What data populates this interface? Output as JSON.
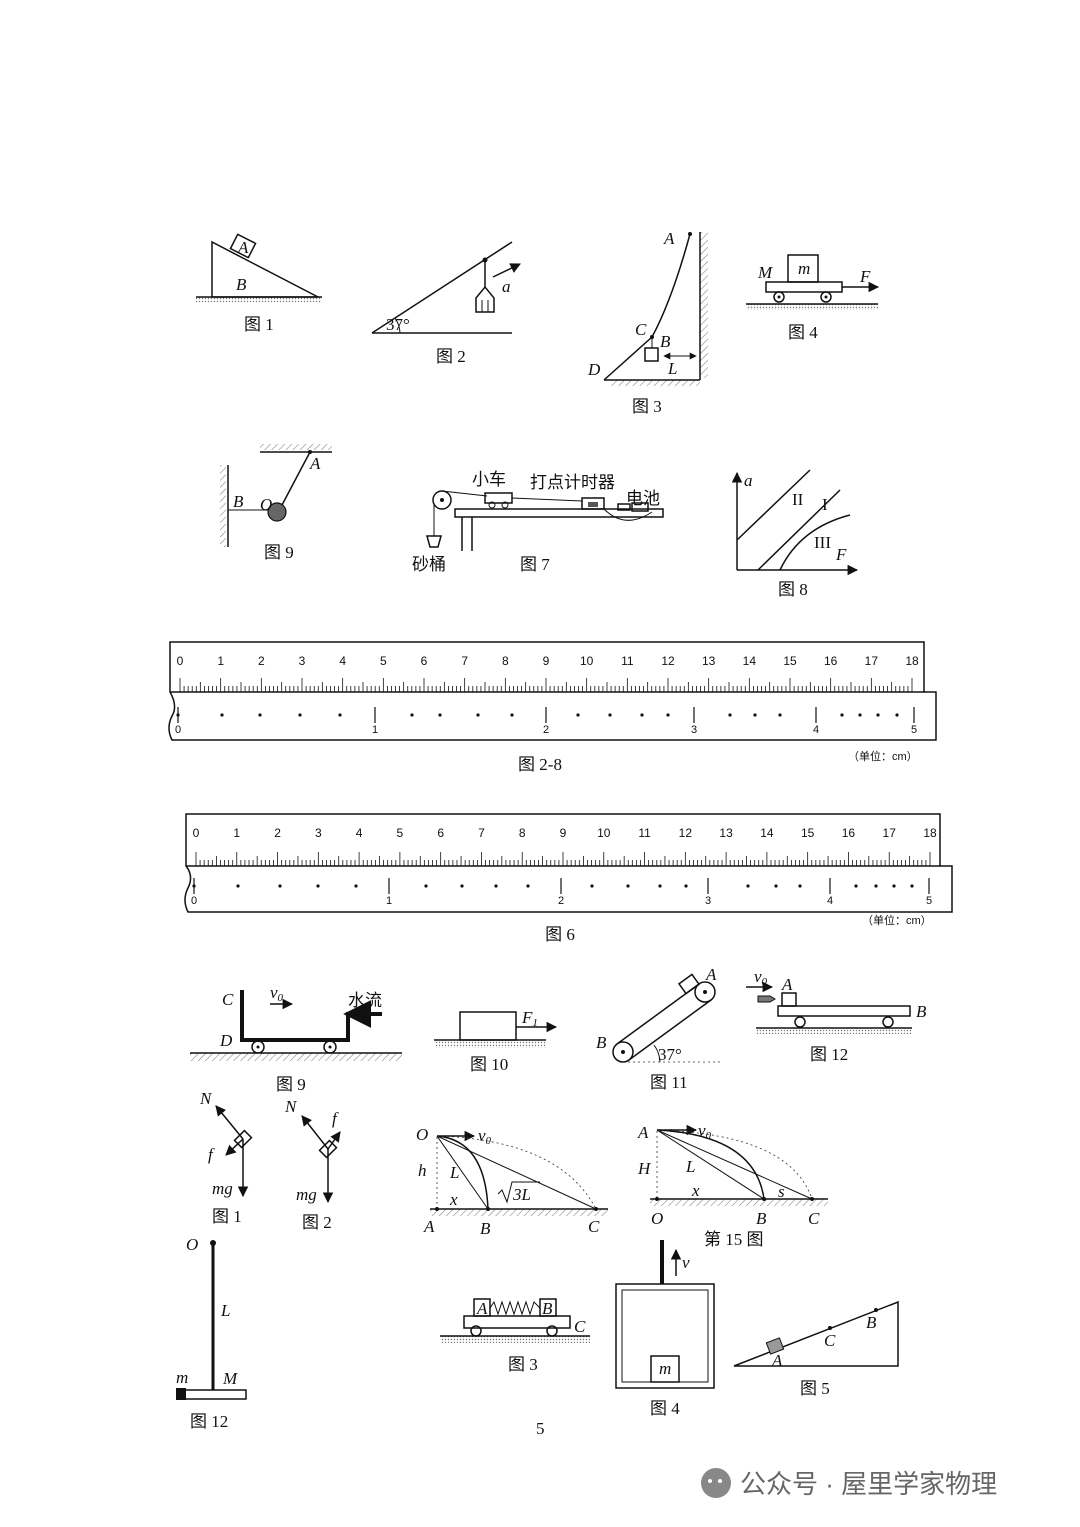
{
  "page_number": "5",
  "watermark": "公众号 · 屋里学家物理",
  "fig_a1": {
    "caption": "图 1",
    "label_A": "A",
    "label_B": "B"
  },
  "fig_a2": {
    "caption": "图 2",
    "angle": "37°",
    "label_a": "a"
  },
  "fig_a3": {
    "caption": "图 3",
    "label_A": "A",
    "label_B": "B",
    "label_C": "C",
    "label_D": "D",
    "label_L": "L"
  },
  "fig_a4": {
    "caption": "图 4",
    "label_M": "M",
    "label_m": "m",
    "label_F": "F"
  },
  "fig_a9": {
    "caption": "图 9",
    "label_A": "A",
    "label_B": "B",
    "label_O": "O"
  },
  "fig_a7": {
    "caption": "图 7",
    "cart": "小车",
    "timer": "打点计时器",
    "battery": "电池",
    "bucket": "砂桶"
  },
  "fig_a8": {
    "caption": "图 8",
    "axis_y": "a",
    "axis_x": "F",
    "curve_1": "I",
    "curve_2": "II",
    "curve_3": "III"
  },
  "ruler_1": {
    "caption": "图 2-8",
    "unit": "（单位：cm）",
    "scale_numbers": [
      "0",
      "1",
      "2",
      "3",
      "4",
      "5",
      "6",
      "7",
      "8",
      "9",
      "10",
      "11",
      "12",
      "13",
      "14",
      "15",
      "16",
      "17",
      "18"
    ],
    "point_labels": [
      "0",
      "1",
      "2",
      "3",
      "4",
      "5"
    ]
  },
  "ruler_2": {
    "caption": "图 6",
    "unit": "（单位：cm）",
    "scale_numbers": [
      "0",
      "1",
      "2",
      "3",
      "4",
      "5",
      "6",
      "7",
      "8",
      "9",
      "10",
      "11",
      "12",
      "13",
      "14",
      "15",
      "16",
      "17",
      "18"
    ],
    "point_labels": [
      "0",
      "1",
      "2",
      "3",
      "4",
      "5"
    ]
  },
  "fig_b9": {
    "caption": "图 9",
    "label_C": "C",
    "label_D": "D",
    "v0": "v",
    "v0_sub": "0",
    "water": "水流"
  },
  "fig_b10": {
    "caption": "图 10",
    "force": "F",
    "force_sub": "1"
  },
  "fig_b11": {
    "caption": "图 11",
    "label_A": "A",
    "label_B": "B",
    "angle": "37°"
  },
  "fig_b12": {
    "caption": "图 12",
    "label_A": "A",
    "label_B": "B",
    "v0": "v",
    "v0_sub": "0"
  },
  "fig_c1": {
    "caption": "图 1",
    "N": "N",
    "f": "f",
    "mg": "mg"
  },
  "fig_c2": {
    "caption": "图 2",
    "N": "N",
    "f": "f",
    "mg": "mg"
  },
  "fig_c3": {
    "label_O": "O",
    "v0": "v",
    "v0_sub": "0",
    "h": "h",
    "L": "L",
    "x": "x",
    "sqrt3L": "3L",
    "A": "A",
    "B": "B",
    "C": "C"
  },
  "fig_c15": {
    "caption": "第 15 图",
    "label_A": "A",
    "v0": "v",
    "v0_sub": "0",
    "H": "H",
    "L": "L",
    "x": "x",
    "s": "s",
    "O": "O",
    "B": "B",
    "C": "C"
  },
  "fig_d12": {
    "caption": "图 12",
    "O": "O",
    "L": "L",
    "m": "m",
    "M": "M"
  },
  "fig_d3": {
    "caption": "图 3",
    "A": "A",
    "B": "B",
    "C": "C"
  },
  "fig_d4": {
    "caption": "图 4",
    "v": "v",
    "m": "m"
  },
  "fig_d5": {
    "caption": "图 5",
    "A": "A",
    "B": "B",
    "C": "C"
  }
}
